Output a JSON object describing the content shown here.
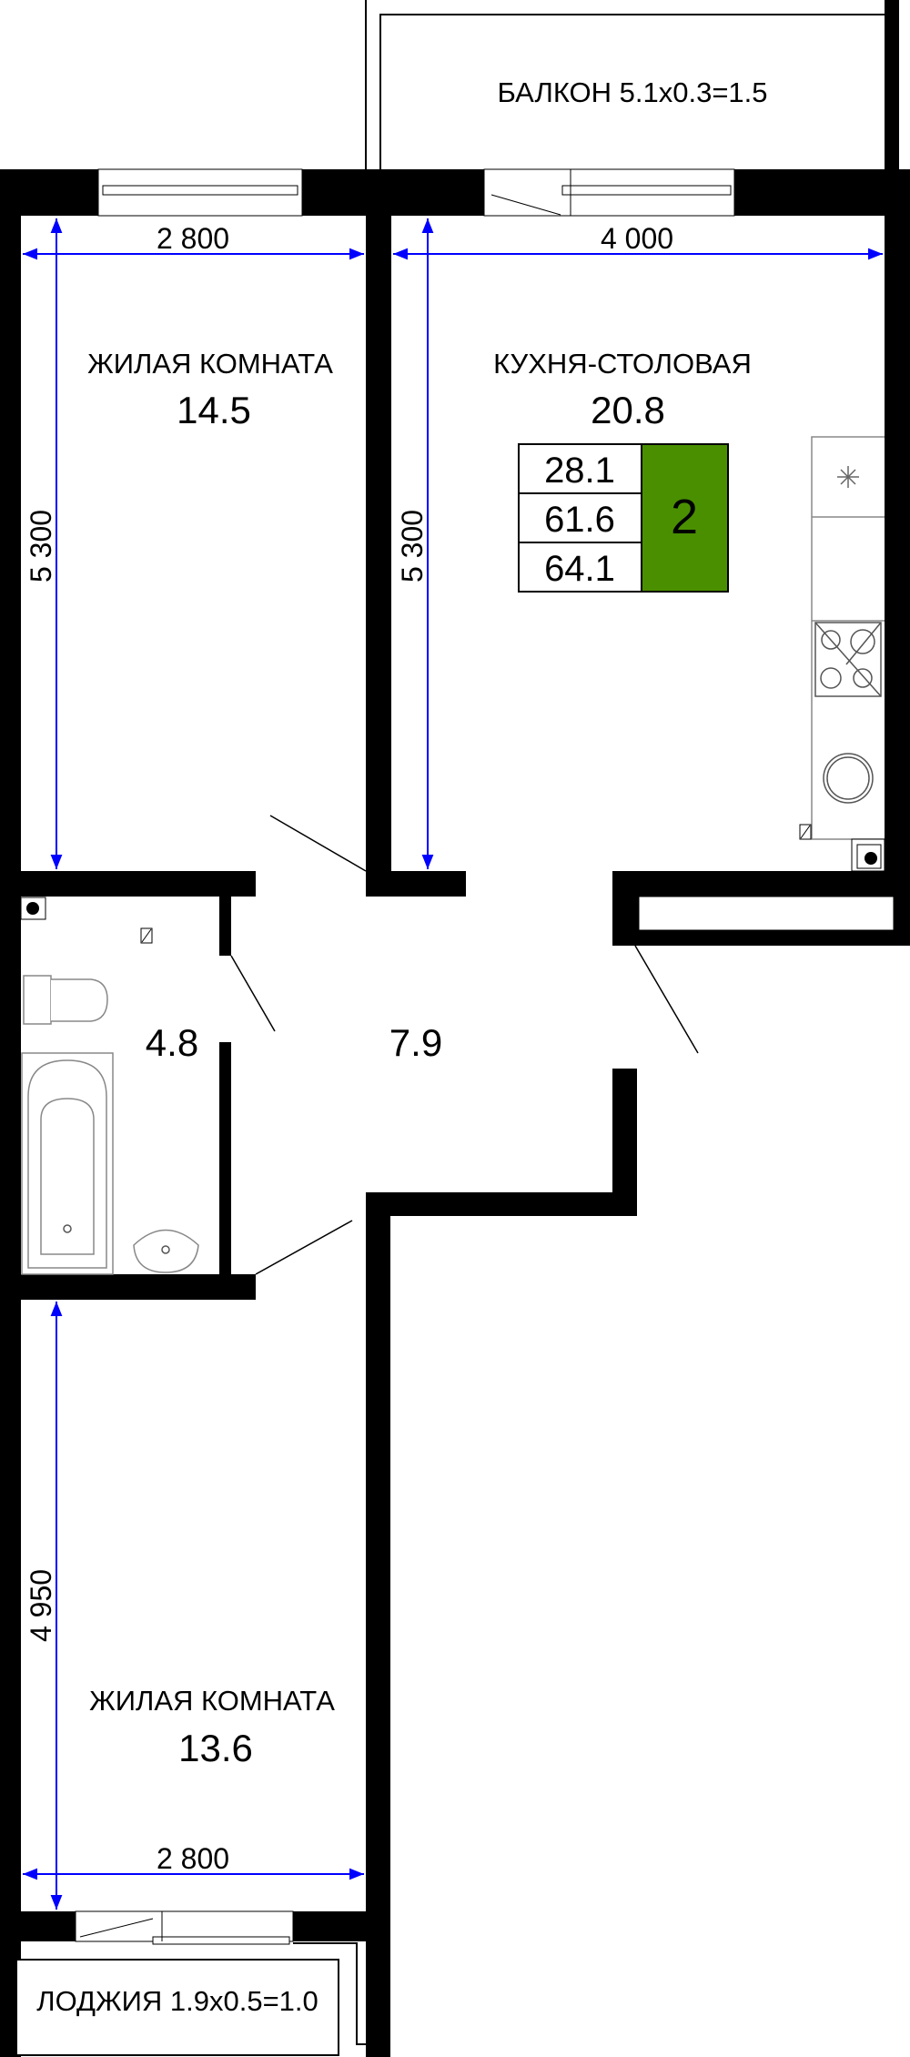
{
  "plan": {
    "balcony_label": "БАЛКОН 5.1x0.3=1.5",
    "loggia_label": "ЛОДЖИЯ 1.9x0.5=1.0",
    "rooms": [
      {
        "name": "ЖИЛАЯ КОМНАТА",
        "area": "14.5"
      },
      {
        "name": "КУХНЯ-СТОЛОВАЯ",
        "area": "20.8"
      },
      {
        "name": "",
        "area": "4.8"
      },
      {
        "name": "",
        "area": "7.9"
      },
      {
        "name": "ЖИЛАЯ КОМНАТА",
        "area": "13.6"
      }
    ],
    "dimensions": {
      "bedroom1_width": "2 800",
      "kitchen_width": "4 000",
      "bedroom1_length": "5 300",
      "kitchen_length": "5 300",
      "bedroom2_length": "4 950",
      "bedroom2_width": "2 800"
    },
    "summary": {
      "living_area": "28.1",
      "total_area": "61.6",
      "total_with_balconies": "64.1",
      "rooms_count": "2"
    },
    "colors": {
      "wall": "#000000",
      "dimension": "#0000ff",
      "badge": "#4a8f00"
    }
  }
}
